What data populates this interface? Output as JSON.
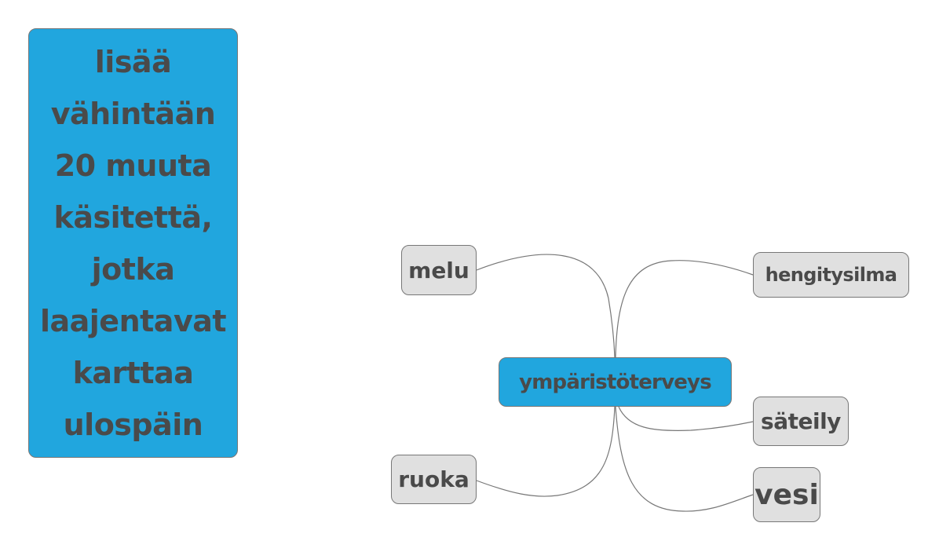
{
  "note": {
    "text": "lisää vähintään 20 muuta käsitettä, jotka laajentavat karttaa ulospäin"
  },
  "center": {
    "label": "ympäristöterveys"
  },
  "branches": {
    "melu": "melu",
    "hengitysilma": "hengitysilma",
    "sateily": "säteily",
    "ruoka": "ruoka",
    "vesi": "vesi"
  },
  "colors": {
    "primary": "#21a6de",
    "branch": "#e0e0e0",
    "text": "#4a4a4a",
    "line": "#777777"
  }
}
